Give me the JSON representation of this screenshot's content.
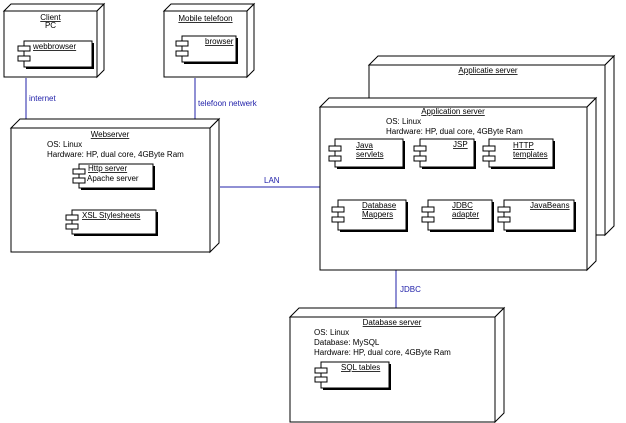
{
  "nodes": {
    "client": {
      "name": "Client",
      "sub": "PC"
    },
    "mobile": {
      "name": "Mobile telefoon"
    },
    "applicatie_back": {
      "name": "Applicatie server"
    },
    "webserver": {
      "name": "Webserver",
      "os": "OS: Linux",
      "hardware": "Hardware: HP, dual core, 4GByte Ram"
    },
    "appserver": {
      "name": "Application server",
      "os": "OS: Linux",
      "hardware": "Hardware: HP, dual core, 4GByte Ram"
    },
    "dbserver": {
      "name": "Database server",
      "os": "OS: Linux",
      "database": "Database: MySQL",
      "hardware": "Hardware: HP, dual core, 4GByte Ram"
    }
  },
  "components": {
    "webbrowser": "webbrowser",
    "browser": "browser",
    "http_server": "Http server",
    "apache": "Apache server",
    "xsl": "XSL Stylesheets",
    "java_l1": "Java",
    "java_l2": "servlets",
    "jsp": "JSP",
    "http_t_l1": "HTTP",
    "http_t_l2": "templates",
    "dbm_l1": "Database",
    "dbm_l2": "Mappers",
    "jdbc_l1": "JDBC",
    "jdbc_l2": "adapter",
    "javabeans": "JavaBeans",
    "sql_tables": "SQL tables"
  },
  "links": {
    "internet": "internet",
    "telefoon": "telefoon netwerk",
    "lan": "LAN",
    "jdbc": "JDBC"
  }
}
